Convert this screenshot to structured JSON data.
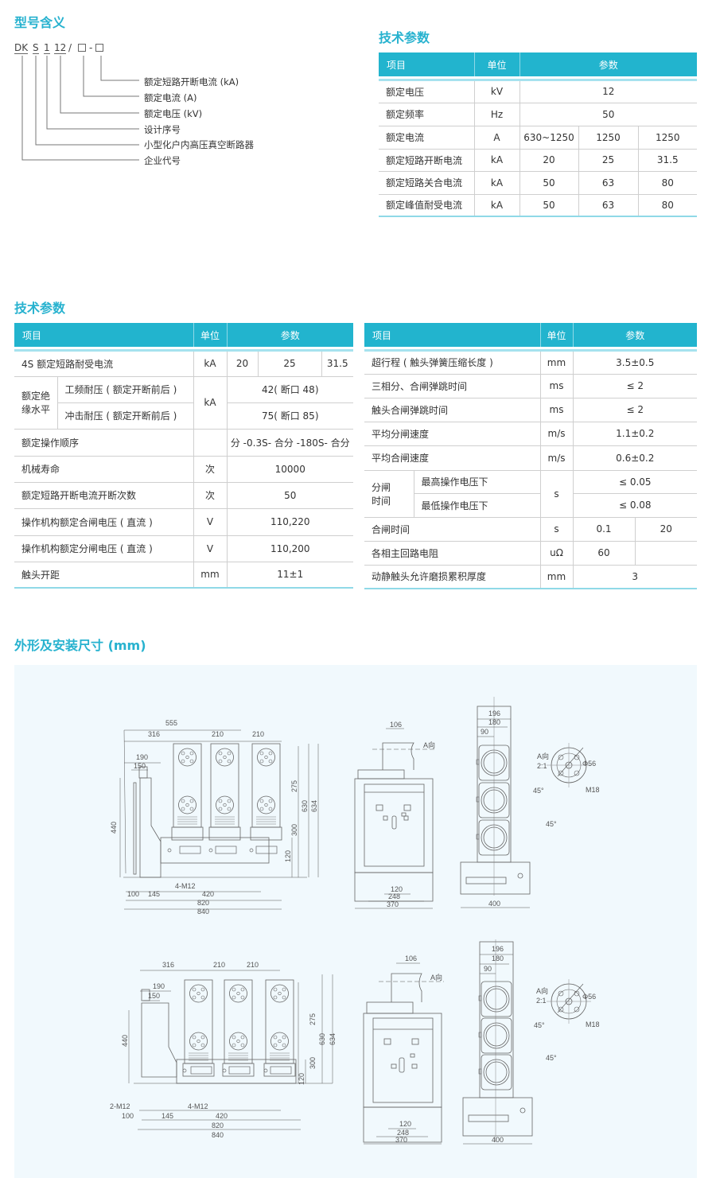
{
  "model_meaning": {
    "title": "型号含义",
    "code_parts": [
      "DK",
      "S",
      "1",
      "12",
      "/",
      "□",
      "-",
      "□"
    ],
    "legend": [
      "额定短路开断电流 (kA)",
      "额定电流 (A)",
      "额定电压 (kV)",
      "设计序号",
      "小型化户内高压真空断路器",
      "企业代号"
    ]
  },
  "tech_params_top": {
    "title": "技术参数",
    "headers": [
      "项目",
      "单位",
      "参数"
    ],
    "rows": [
      {
        "item": "额定电压",
        "unit": "kV",
        "values": [
          "12"
        ]
      },
      {
        "item": "额定频率",
        "unit": "Hz",
        "values": [
          "50"
        ]
      },
      {
        "item": "额定电流",
        "unit": "A",
        "values": [
          "630~1250",
          "1250",
          "1250"
        ]
      },
      {
        "item": "额定短路开断电流",
        "unit": "kA",
        "values": [
          "20",
          "25",
          "31.5"
        ]
      },
      {
        "item": "额定短路关合电流",
        "unit": "kA",
        "values": [
          "50",
          "63",
          "80"
        ]
      },
      {
        "item": "额定峰值耐受电流",
        "unit": "kA",
        "values": [
          "50",
          "63",
          "80"
        ]
      }
    ]
  },
  "tech_params": {
    "title": "技术参数",
    "left_table": {
      "headers": [
        "项目",
        "单位",
        "参数"
      ],
      "rows": [
        {
          "item": "4S 额定短路耐受电流",
          "unit": "kA",
          "values": [
            "20",
            "25",
            "31.5"
          ]
        },
        {
          "group": "额定绝缘水平",
          "group_l1": "额定绝",
          "group_l2": "缘水平",
          "item": "工频耐压 ( 额定开断前后 )",
          "unit": "kA",
          "values": [
            "42( 断口 48)"
          ]
        },
        {
          "item": "冲击耐压 ( 额定开断前后 )",
          "values": [
            "75( 断口 85)"
          ]
        },
        {
          "item": "额定操作顺序",
          "unit": "",
          "values": [
            "分 -0.3S- 合分 -180S- 合分"
          ]
        },
        {
          "item": "机械寿命",
          "unit": "次",
          "values": [
            "10000"
          ]
        },
        {
          "item": "额定短路开断电流开断次数",
          "unit": "次",
          "values": [
            "50"
          ]
        },
        {
          "item": "操作机构额定合闸电压 ( 直流 )",
          "unit": "V",
          "values": [
            "110,220"
          ]
        },
        {
          "item": "操作机构额定分闸电压 ( 直流 )",
          "unit": "V",
          "values": [
            "110,200"
          ]
        },
        {
          "item": "触头开距",
          "unit": "mm",
          "values": [
            "11±1"
          ]
        }
      ]
    },
    "right_table": {
      "headers": [
        "项目",
        "单位",
        "参数"
      ],
      "rows": [
        {
          "item": "超行程 ( 触头弹簧压缩长度 )",
          "unit": "mm",
          "values": [
            "3.5±0.5"
          ]
        },
        {
          "item": "三相分、合闸弹跳时间",
          "unit": "ms",
          "values": [
            "≤ 2"
          ]
        },
        {
          "item": "触头合闸弹跳时间",
          "unit": "ms",
          "values": [
            "≤ 2"
          ]
        },
        {
          "item": "平均分闸速度",
          "unit": "m/s",
          "values": [
            "1.1±0.2"
          ]
        },
        {
          "item": "平均合闸速度",
          "unit": "m/s",
          "values": [
            "0.6±0.2"
          ]
        },
        {
          "group_l1": "分闸",
          "group_l2": "时间",
          "item": "最高操作电压下",
          "unit": "s",
          "values": [
            "≤ 0.05"
          ]
        },
        {
          "item": "最低操作电压下",
          "values": [
            "≤ 0.08"
          ]
        },
        {
          "item": "合闸时间",
          "unit": "s",
          "values": [
            "0.1",
            "20"
          ]
        },
        {
          "item": "各相主回路电阻",
          "unit": "uΩ",
          "values": [
            "60",
            ""
          ]
        },
        {
          "item": "动静触头允许磨损累积厚度",
          "unit": "mm",
          "values": [
            "3"
          ]
        }
      ]
    }
  },
  "dimensions": {
    "title": "外形及安装尺寸 (mm)",
    "drawing1": {
      "side": [
        "555",
        "316",
        "210",
        "210",
        "190",
        "150",
        "440",
        "275",
        "630",
        "634",
        "300",
        "120",
        "4-M12",
        "100",
        "145",
        "420",
        "820",
        "840"
      ],
      "front": [
        "106",
        "A向",
        "120",
        "248",
        "370"
      ],
      "top": [
        "196",
        "180",
        "90",
        "400"
      ],
      "detail": [
        "A向",
        "2:1",
        "Φ56",
        "M18",
        "45°",
        "45°"
      ]
    },
    "drawing2": {
      "side": [
        "316",
        "210",
        "210",
        "190",
        "150",
        "440",
        "275",
        "630",
        "634",
        "300",
        "120",
        "2-M12",
        "4-M12",
        "100",
        "145",
        "420",
        "820",
        "840"
      ],
      "front": [
        "106",
        "A向",
        "120",
        "248",
        "370"
      ],
      "top": [
        "196",
        "180",
        "90",
        "400"
      ],
      "detail": [
        "A向",
        "2:1",
        "Φ56",
        "M18",
        "45°",
        "45°"
      ]
    }
  }
}
